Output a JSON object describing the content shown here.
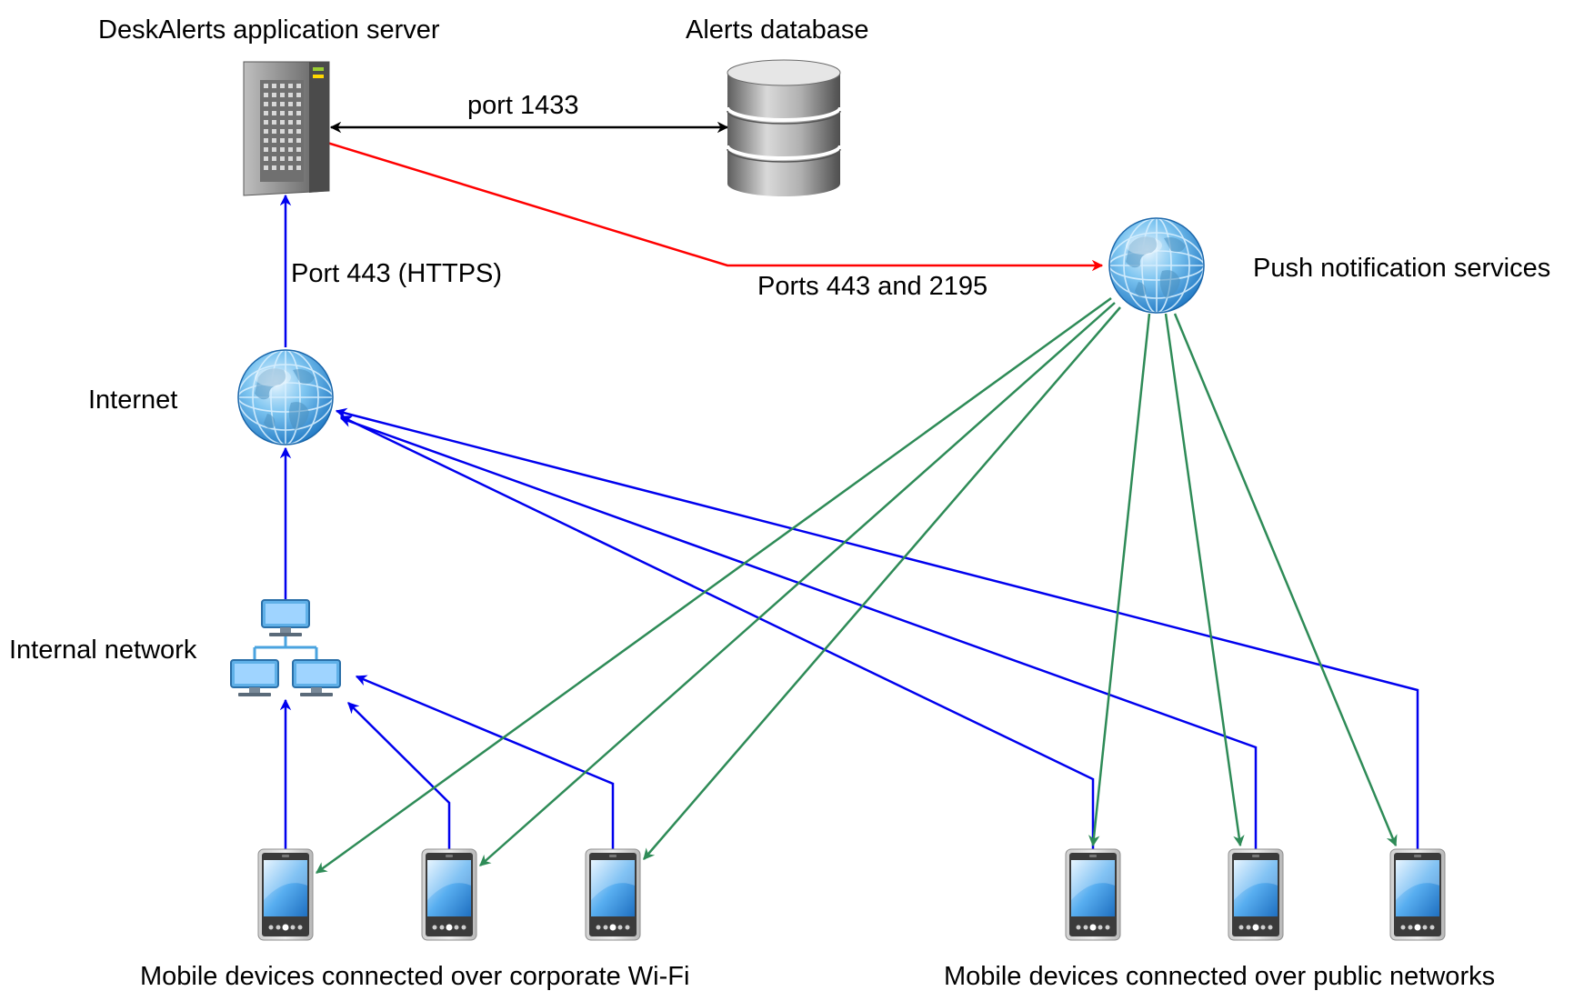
{
  "labels": {
    "app_server": "DeskAlerts application server",
    "database": "Alerts database",
    "port_1433": "port 1433",
    "port_443_https": "Port 443 (HTTPS)",
    "ports_443_2195": "Ports 443 and 2195",
    "push_services": "Push notification services",
    "internet": "Internet",
    "internal_network": "Internal network",
    "corporate_devices": "Mobile devices connected over corporate Wi-Fi",
    "public_devices": "Mobile devices connected over public networks"
  },
  "colors": {
    "db_link": "#000000",
    "push_link": "#ff0000",
    "client_link": "#0000ee",
    "notify_link": "#2e8b57"
  },
  "icons": {
    "server": "server-icon",
    "database": "database-icon",
    "globe": "globe-icon",
    "network": "network-icon",
    "phone": "mobile-phone-icon"
  }
}
